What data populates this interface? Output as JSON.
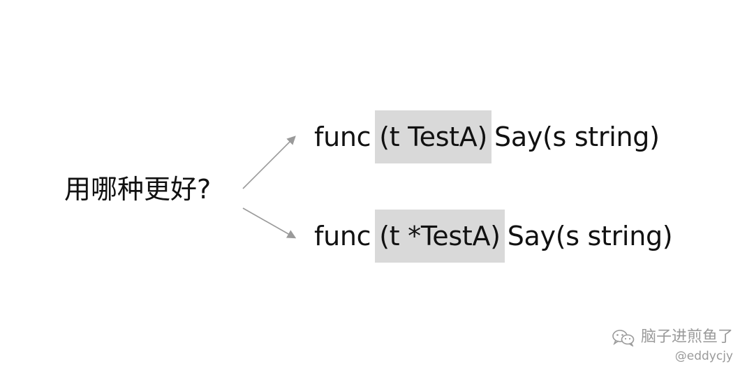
{
  "question": "用哪种更好?",
  "options": [
    {
      "keyword": "func",
      "receiver": "(t TestA)",
      "method": "Say(s string)"
    },
    {
      "keyword": "func",
      "receiver": "(t *TestA)",
      "method": "Say(s string)"
    }
  ],
  "watermark": {
    "icon": "wechat-icon",
    "account": "脑子进煎鱼了",
    "handle": "@eddycjy"
  },
  "colors": {
    "highlight": "#d9d9d9",
    "arrow": "#9a9a9a",
    "text": "#111111",
    "watermark": "#9a9a9a"
  }
}
